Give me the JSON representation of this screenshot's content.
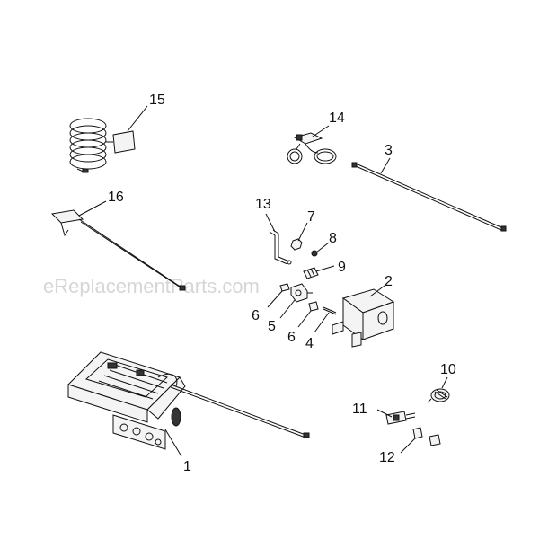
{
  "watermark": "eReplacementParts.com",
  "callouts": [
    {
      "id": "c1",
      "label": "1"
    },
    {
      "id": "c2",
      "label": "2"
    },
    {
      "id": "c3",
      "label": "3"
    },
    {
      "id": "c4",
      "label": "4"
    },
    {
      "id": "c5",
      "label": "5"
    },
    {
      "id": "c6a",
      "label": "6"
    },
    {
      "id": "c6b",
      "label": "6"
    },
    {
      "id": "c7",
      "label": "7"
    },
    {
      "id": "c8",
      "label": "8"
    },
    {
      "id": "c9",
      "label": "9"
    },
    {
      "id": "c10",
      "label": "10"
    },
    {
      "id": "c11",
      "label": "11"
    },
    {
      "id": "c12",
      "label": "12"
    },
    {
      "id": "c13",
      "label": "13"
    },
    {
      "id": "c14",
      "label": "14"
    },
    {
      "id": "c15",
      "label": "15"
    },
    {
      "id": "c16",
      "label": "16"
    }
  ]
}
